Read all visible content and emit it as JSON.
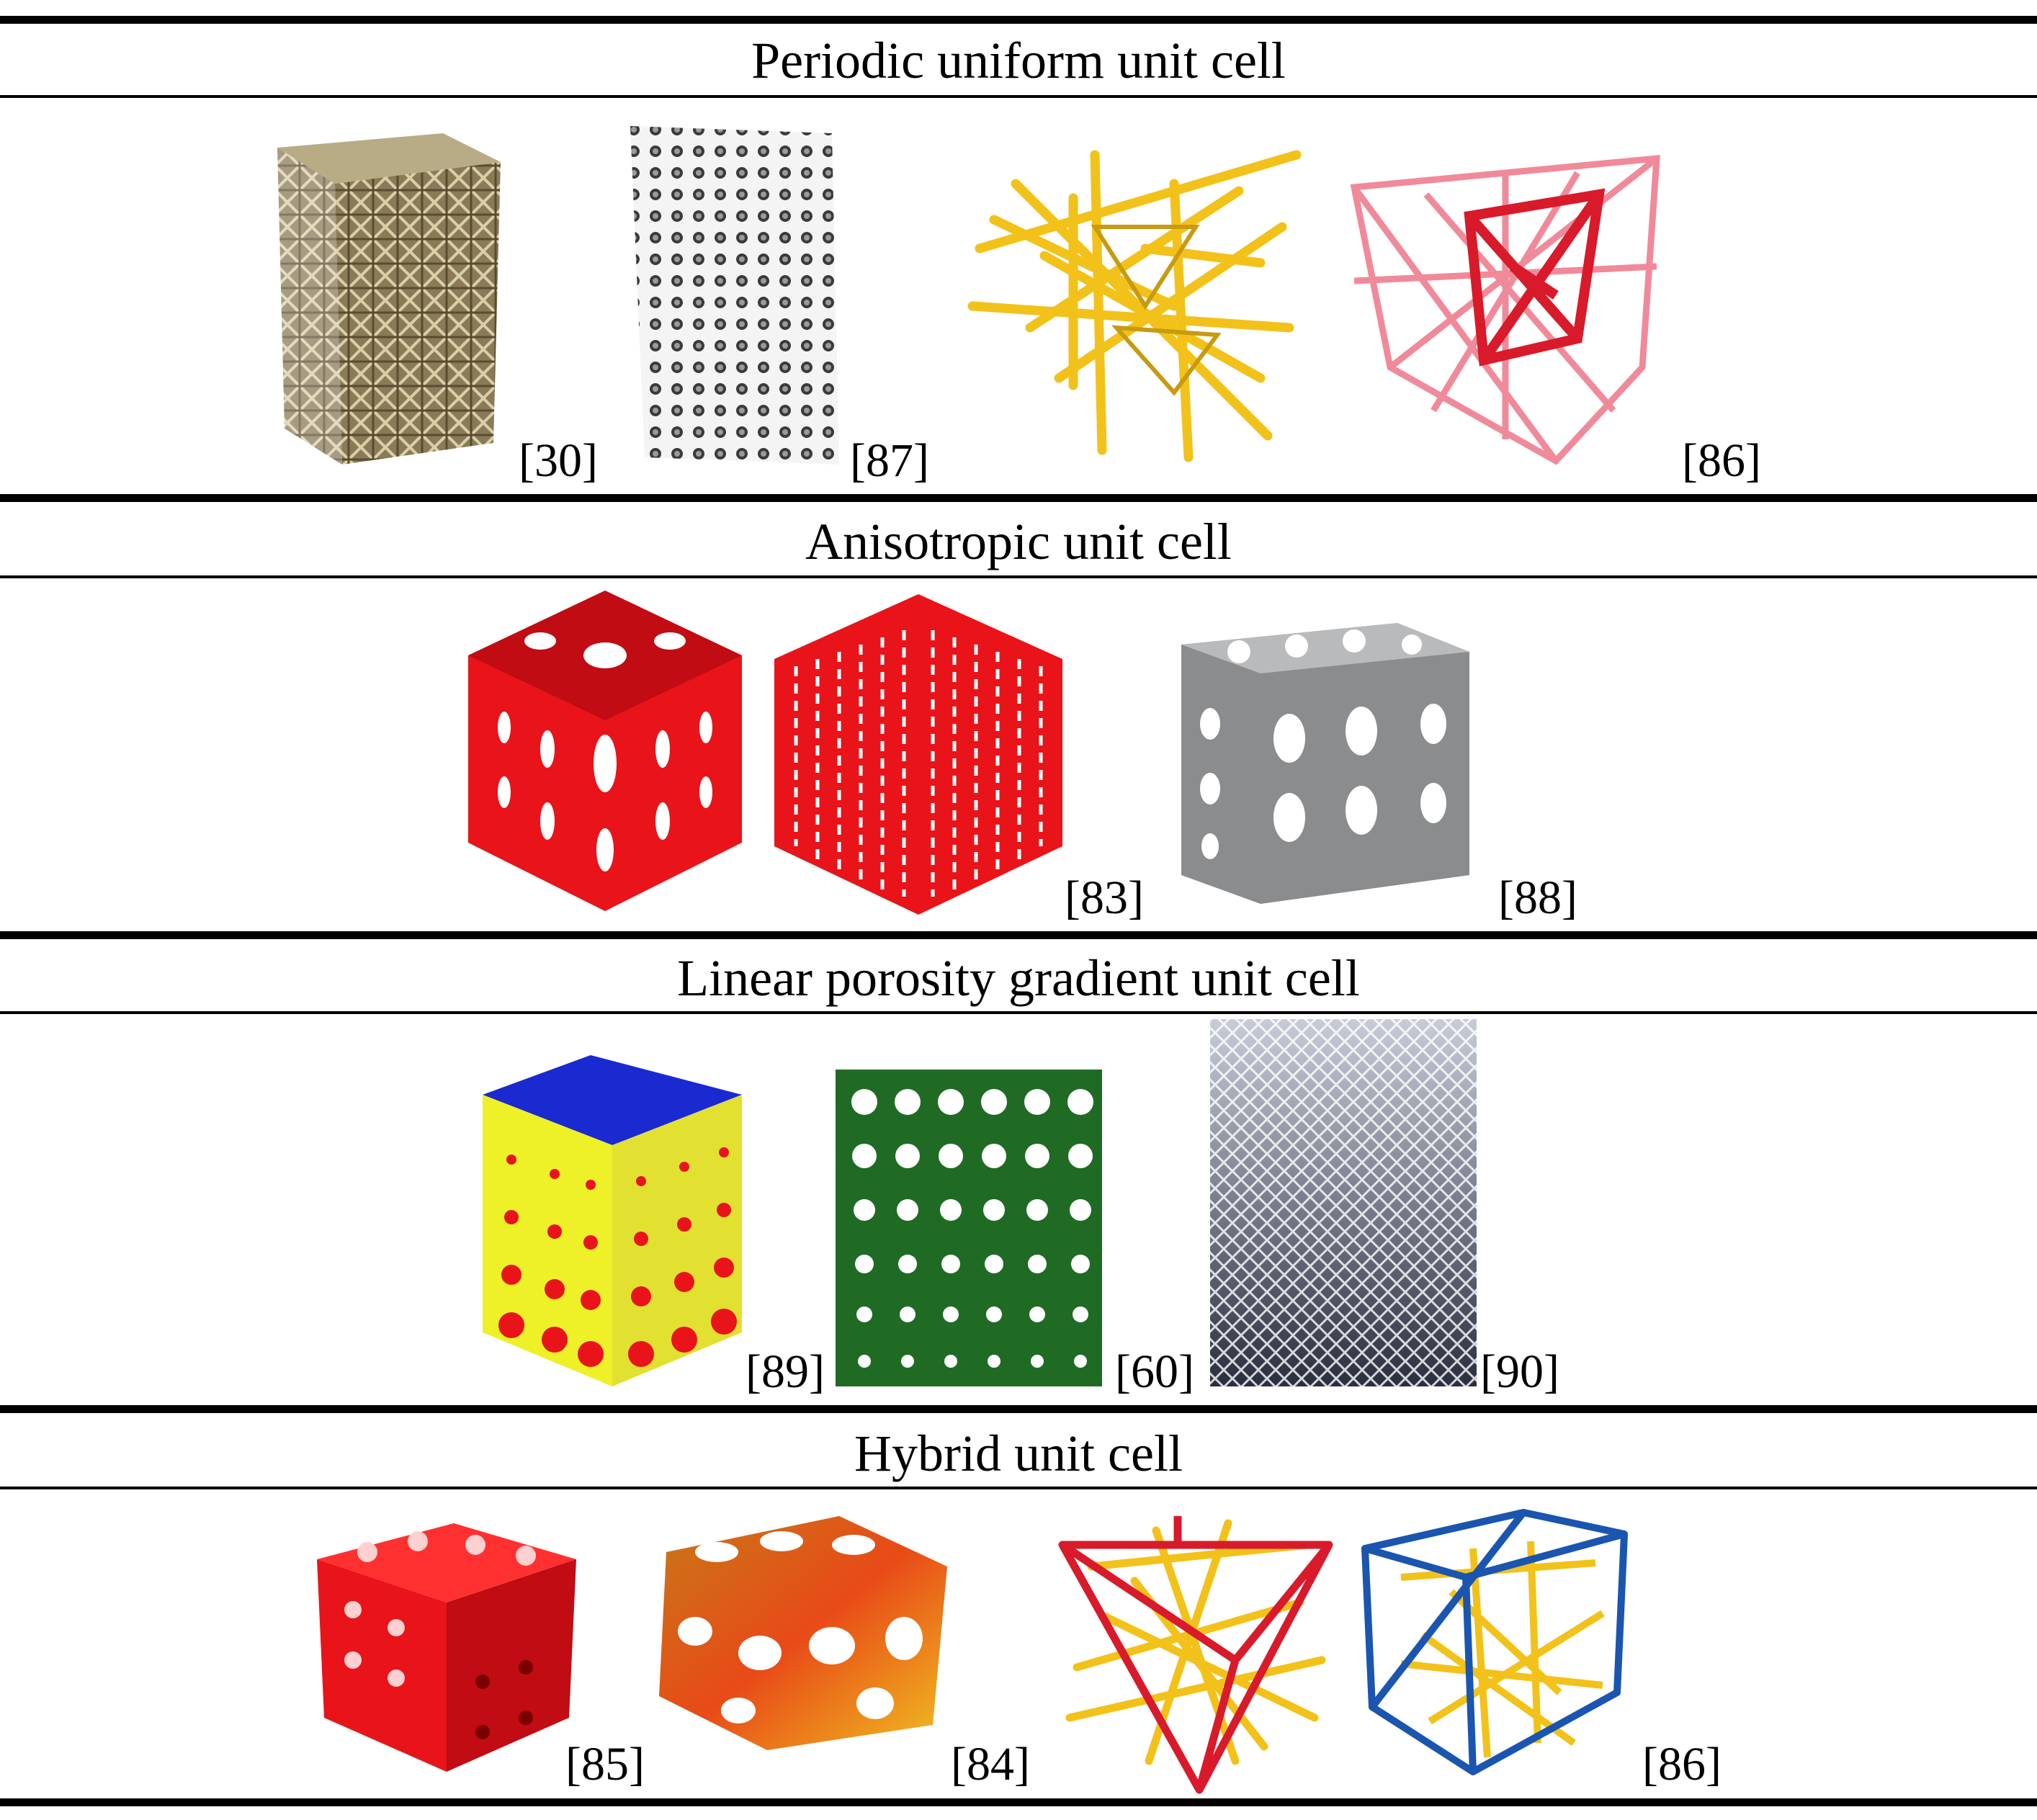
{
  "sections": [
    {
      "title": "Periodic uniform unit cell",
      "figures": [
        {
          "label": "[30]",
          "icon": "gold-lattice-block-icon"
        },
        {
          "label": "[87]",
          "icon": "grey-lattice-column-icon"
        },
        {
          "label": "",
          "icon": "yellow-strut-lattice-icon"
        },
        {
          "label": "[86]",
          "icon": "pink-octet-lattice-icon"
        }
      ]
    },
    {
      "title": "Anisotropic unit cell",
      "figures": [
        {
          "label": "",
          "icon": "red-perforated-cube-icon"
        },
        {
          "label": "[83]",
          "icon": "red-slotted-cube-icon"
        },
        {
          "label": "[88]",
          "icon": "grey-gyroid-cube-icon"
        }
      ]
    },
    {
      "title": "Linear porosity gradient unit cell",
      "figures": [
        {
          "label": "[89]",
          "icon": "yellow-blue-gradient-block-icon"
        },
        {
          "label": "[60]",
          "icon": "green-gradient-lattice-icon"
        },
        {
          "label": "[90]",
          "icon": "grey-gradient-lattice-icon"
        }
      ]
    },
    {
      "title": "Hybrid unit cell",
      "figures": [
        {
          "label": "[85]",
          "icon": "red-hybrid-cube-icon"
        },
        {
          "label": "[84]",
          "icon": "orange-gyroid-block-icon"
        },
        {
          "label": "",
          "icon": "red-yellow-strut-lattice-icon"
        },
        {
          "label": "[86]",
          "icon": "blue-yellow-cube-lattice-icon"
        }
      ]
    }
  ],
  "colors": {
    "rule": "#000000",
    "red": "#e8141a",
    "gold": "#8a7a58",
    "yellow": "#f2c21a",
    "blue": "#1a55b0",
    "green": "#1f6b24",
    "pink": "#f08a9a"
  }
}
